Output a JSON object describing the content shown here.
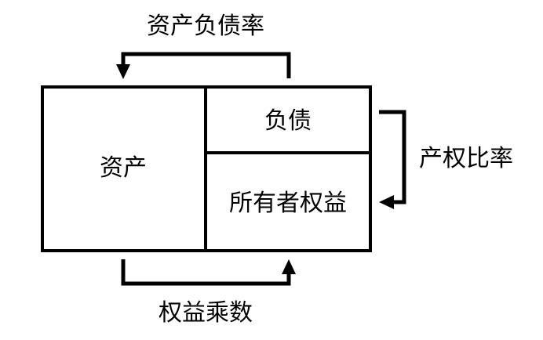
{
  "diagram": {
    "labels": {
      "debt_to_asset_ratio": "资产负债率",
      "assets": "资产",
      "liabilities": "负债",
      "owners_equity": "所有者权益",
      "equity_ratio": "产权比率",
      "equity_multiplier": "权益乘数"
    },
    "colors": {
      "line": "#000000",
      "background": "#ffffff"
    }
  }
}
